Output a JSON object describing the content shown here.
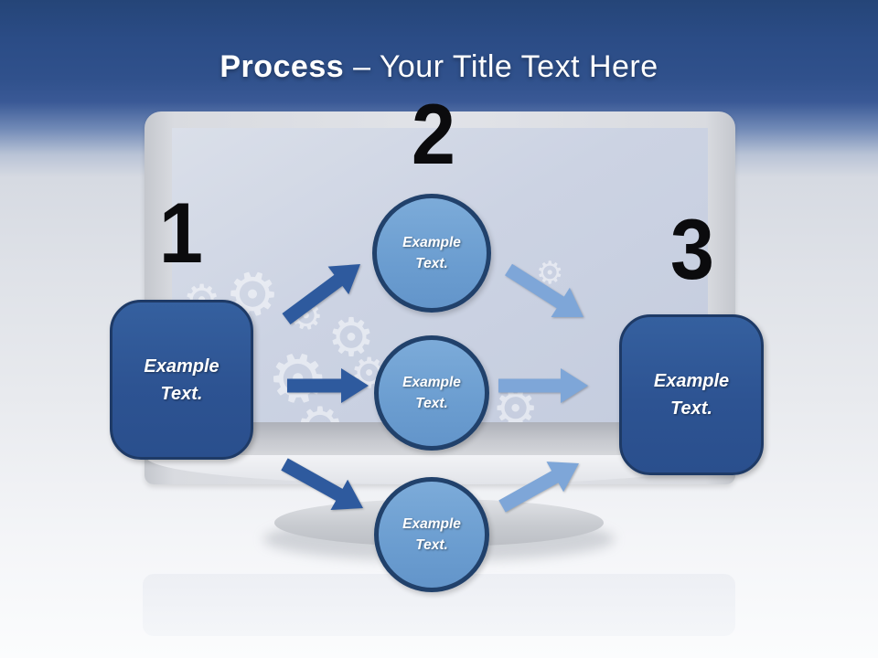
{
  "title": {
    "bold": "Process ",
    "rest": "– Your Title Text Here"
  },
  "numbers": {
    "step1": "1",
    "step2": "2",
    "step3": "3"
  },
  "left_box": {
    "label": "Example Text."
  },
  "right_box": {
    "label": "Example Text."
  },
  "circles": {
    "top": "Example Text.",
    "middle": "Example Text.",
    "bottom": "Example Text."
  },
  "colors": {
    "header_blue": "#2b4c86",
    "box_fill": "#2d5392",
    "box_border": "#1e3a66",
    "circle_fill": "#6b9dd0",
    "circle_border": "#21416b",
    "arrow_dark": "#2e5a9e",
    "arrow_light": "#7ea6d8",
    "number_color": "#0b0b0d"
  },
  "icons": {
    "gear": "⚙"
  }
}
